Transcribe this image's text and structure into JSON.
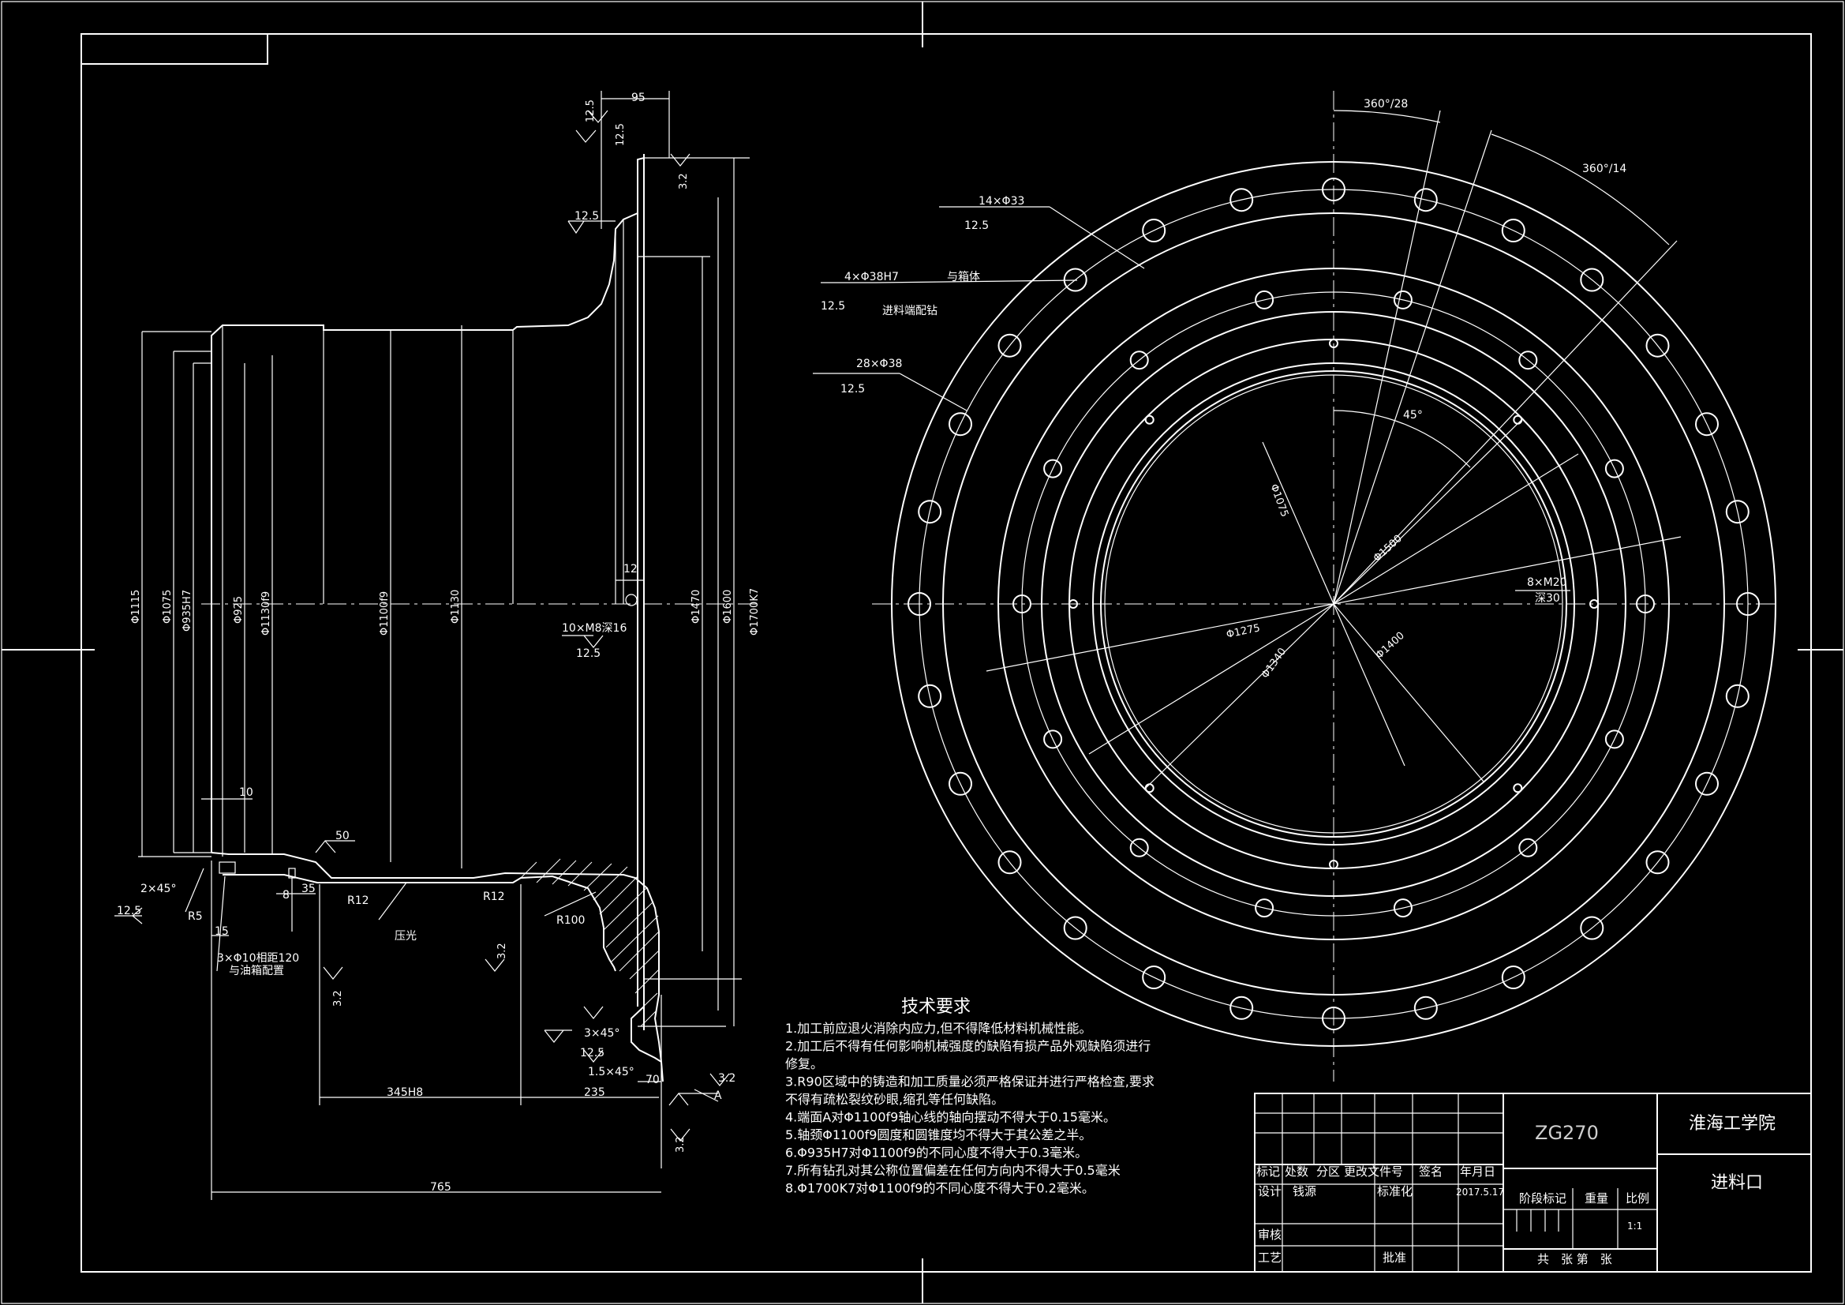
{
  "drawing": {
    "part_material": "ZG270",
    "school": "淮海工学院",
    "part_name": "进料口",
    "scale": "1:1",
    "date": "2017.5.17",
    "designer": "钱源"
  },
  "title_block": {
    "row_labels": [
      "标记",
      "处数",
      "分区",
      "更改文件号",
      "签名",
      "年月日"
    ],
    "design": "设计",
    "standardize": "标准化",
    "stage_mark": "阶段标记",
    "weight": "重量",
    "ratio": "比例",
    "review": "审核",
    "process": "工艺",
    "approve": "批准",
    "sheets": "共　张 第　张"
  },
  "tech_requirements": {
    "title": "技术要求",
    "items": [
      "1.加工前应退火消除内应力,但不得降低材料机械性能。",
      "2.加工后不得有任何影响机械强度的缺陷有损产品外观缺陷须进行",
      "修复。",
      "3.R90区域中的铸造和加工质量必须严格保证并进行严格检查,要求",
      "不得有疏松裂纹砂眼,缩孔等任何缺陷。",
      "4.端面A对Φ1100f9轴心线的轴向摆动不得大于0.15毫米。",
      "5.轴颈Φ1100f9圆度和圆锥度均不得大于其公差之半。",
      "6.Φ935H7对Φ1100f9的不同心度不得大于0.3毫米。",
      "7.所有钻孔对其公称位置偏差在任何方向内不得大于0.5毫米",
      "8.Φ1700K7对Φ1100f9的不同心度不得大于0.2毫米。"
    ]
  },
  "section_dims": {
    "d1115": "Φ1115",
    "d1075": "Φ1075",
    "d935": "Φ935H7",
    "d925": "Φ925",
    "d1130f9": "Φ1130f9",
    "d1100f9": "Φ1100f9",
    "d1130": "Φ1130",
    "d1470": "Φ1470",
    "d1600": "Φ1600",
    "d1700k7": "Φ1700K7",
    "w95": "95",
    "w12": "12",
    "w10": "10",
    "w15": "15",
    "w35": "35",
    "w8": "8",
    "w70": "70",
    "w235": "235",
    "w765": "765",
    "w345": "345H8",
    "m8": "10×M8深16",
    "chamfer1": "2×45°",
    "chamfer2": "3×45°",
    "chamfer3": "1.5×45°",
    "r5": "R5",
    "r12a": "R12",
    "r12b": "R12",
    "r100": "R100",
    "holes": "3×Φ10相距120",
    "holes2": "与油箱配置",
    "polish": "压光",
    "ra125": "12.5",
    "ra32": "3.2",
    "ra50": "50",
    "a_mark": "A"
  },
  "face_dims": {
    "a360_28": "360°/28",
    "a360_14": "360°/14",
    "h14": "14×Φ33",
    "h4": "4×Φ38H7",
    "h4b": "与箱体",
    "h4c": "进料端配钻",
    "h28": "28×Φ38",
    "a45": "45°",
    "d1075": "Φ1075",
    "d1500": "Φ1500",
    "d1275": "Φ1275",
    "d1340": "Φ1340",
    "d1400": "Φ1400",
    "m20": "8×M20",
    "m20b": "深30",
    "ra125": "12.5"
  }
}
